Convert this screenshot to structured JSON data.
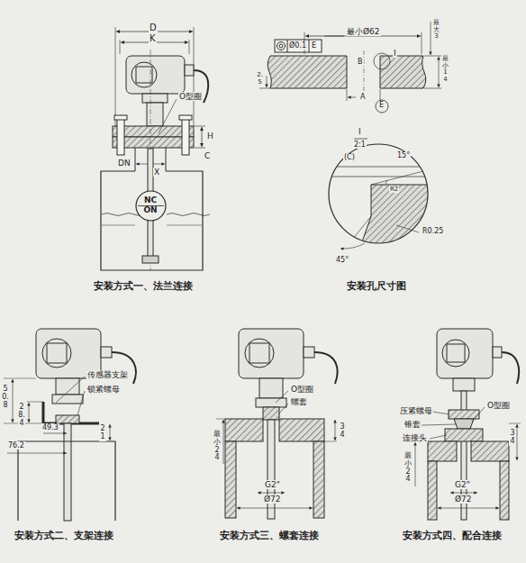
{
  "diagram": {
    "nodes": [
      {
        "text": [
          "NC",
          "ON"
        ]
      }
    ],
    "labels": [
      "D",
      "K",
      "O型圈",
      "H",
      "C",
      "DN",
      "X",
      "安装方式一、法兰连接",
      "Ø0.1",
      "E",
      "最小Ø62",
      "最大3",
      "最小14",
      "2.5",
      "B",
      "I",
      "A",
      "E",
      "I",
      "2:1",
      "(C)",
      "15°",
      "R2",
      "R0.25",
      "45°",
      "安装孔尺寸图",
      "50.8",
      "28.4",
      "76.2",
      "49.3",
      "21",
      "传感器支架",
      "锁紧螺母",
      "安装方式二、支架连接",
      "O型圈",
      "螺套",
      "最小24",
      "34",
      "G2\"",
      "Ø72",
      "安装方式三、螺套连接",
      "压紧螺母",
      "O型圈",
      "锥套",
      "连接头",
      "最小24",
      "34",
      "G2\"",
      "Ø72",
      "安装方式四、配合连接"
    ]
  }
}
